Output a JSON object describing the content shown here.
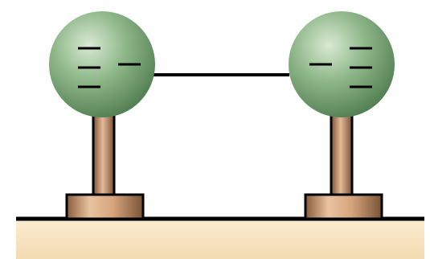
{
  "diagram": {
    "spheres": [
      {
        "id": "left",
        "charge_marks": 4,
        "charge_sign": "negative"
      },
      {
        "id": "right",
        "charge_marks": 4,
        "charge_sign": "negative"
      }
    ],
    "connector": "conducting-wire",
    "colors": {
      "sphere_light": "#cfe3c7",
      "sphere_mid": "#7fa97a",
      "sphere_dark": "#4c7a4d",
      "stand_light": "#e3b996",
      "stand_dark": "#7a5236",
      "table_top": "#f8e7c6",
      "table_edge": "#f0d2a2",
      "outline": "#000000"
    }
  }
}
